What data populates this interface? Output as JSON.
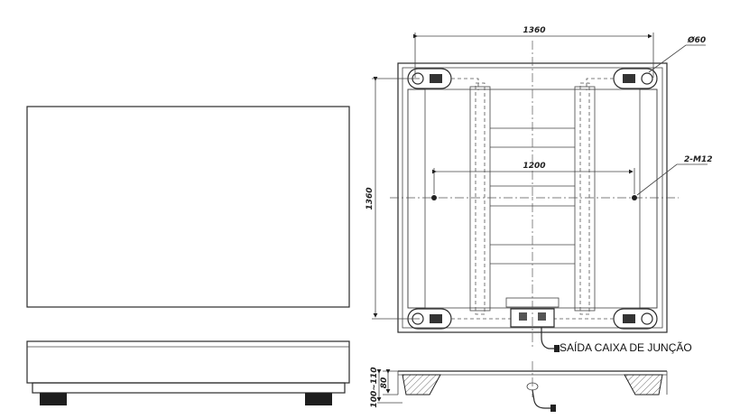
{
  "dimensions": {
    "top_width": "1360",
    "side_height": "1360",
    "hole_spacing": "1200",
    "diameter": "Ø60",
    "holes": "2-M12",
    "height_range": "100~110",
    "height": "80"
  },
  "labels": {
    "junction_box": "SAÍDA CAIXA DE JUNÇÃO"
  }
}
